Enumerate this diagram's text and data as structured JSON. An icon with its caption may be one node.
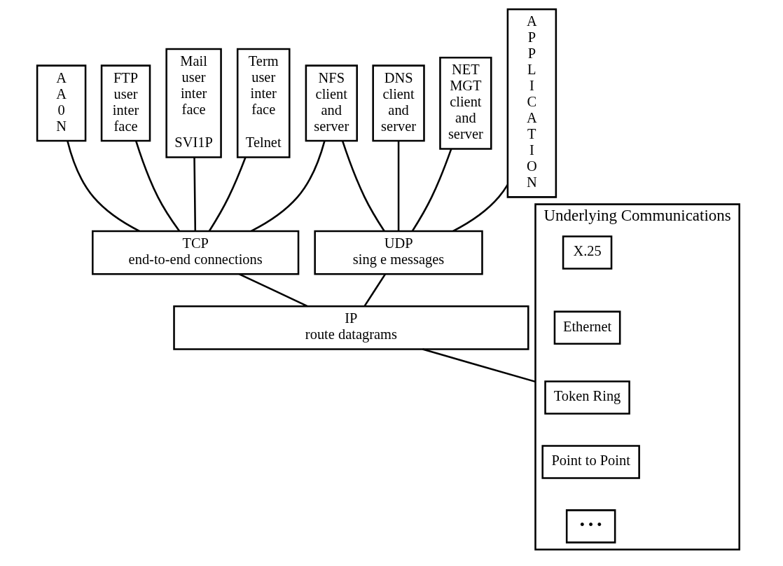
{
  "diagram": {
    "nodes": [
      {
        "text": [
          "A A 0 N"
        ]
      },
      {
        "text": [
          "FTP user inter face"
        ]
      },
      {
        "text": [
          "Mail user inter face",
          "SVI1P"
        ]
      },
      {
        "text": [
          "Term user inter face",
          "Telnet"
        ]
      },
      {
        "text": [
          "NFS client and server"
        ]
      },
      {
        "text": [
          "DNS client and server"
        ]
      },
      {
        "text": [
          "NET MGT client and server"
        ]
      },
      {
        "text": [
          "A P P L I C A T I O N"
        ]
      },
      {
        "text": [
          "TCP",
          "end-to-end connections"
        ]
      },
      {
        "text": [
          "UDP",
          "sing e messages"
        ]
      },
      {
        "text": [
          "IP",
          "route datagrams"
        ]
      },
      {
        "text": [
          "Underlying Communications"
        ]
      },
      {
        "text": [
          "X.25"
        ],
        "in": 11
      },
      {
        "text": [
          "Ethernet"
        ],
        "in": 11
      },
      {
        "text": [
          "Token Ring"
        ],
        "in": 11
      },
      {
        "text": [
          "Point to Point"
        ],
        "in": 11
      },
      {
        "text": [
          "• • •"
        ],
        "in": 11
      }
    ],
    "edges": [
      {
        "from": 0,
        "to": 8,
        "arrow": "none"
      },
      {
        "from": 1,
        "to": 8,
        "arrow": "none"
      },
      {
        "from": 2,
        "to": 8,
        "arrow": "none"
      },
      {
        "from": 3,
        "to": 8,
        "arrow": "none"
      },
      {
        "from": 4,
        "to": 8,
        "arrow": "none"
      },
      {
        "from": 4,
        "to": 9,
        "arrow": "none"
      },
      {
        "from": 5,
        "to": 9,
        "arrow": "none"
      },
      {
        "from": 6,
        "to": 9,
        "arrow": "none"
      },
      {
        "from": 7,
        "to": 9,
        "arrow": "none"
      },
      {
        "from": 8,
        "to": 10,
        "arrow": "none"
      },
      {
        "from": 9,
        "to": 10,
        "arrow": "none"
      },
      {
        "from": 10,
        "to": 11,
        "arrow": "none"
      }
    ]
  }
}
